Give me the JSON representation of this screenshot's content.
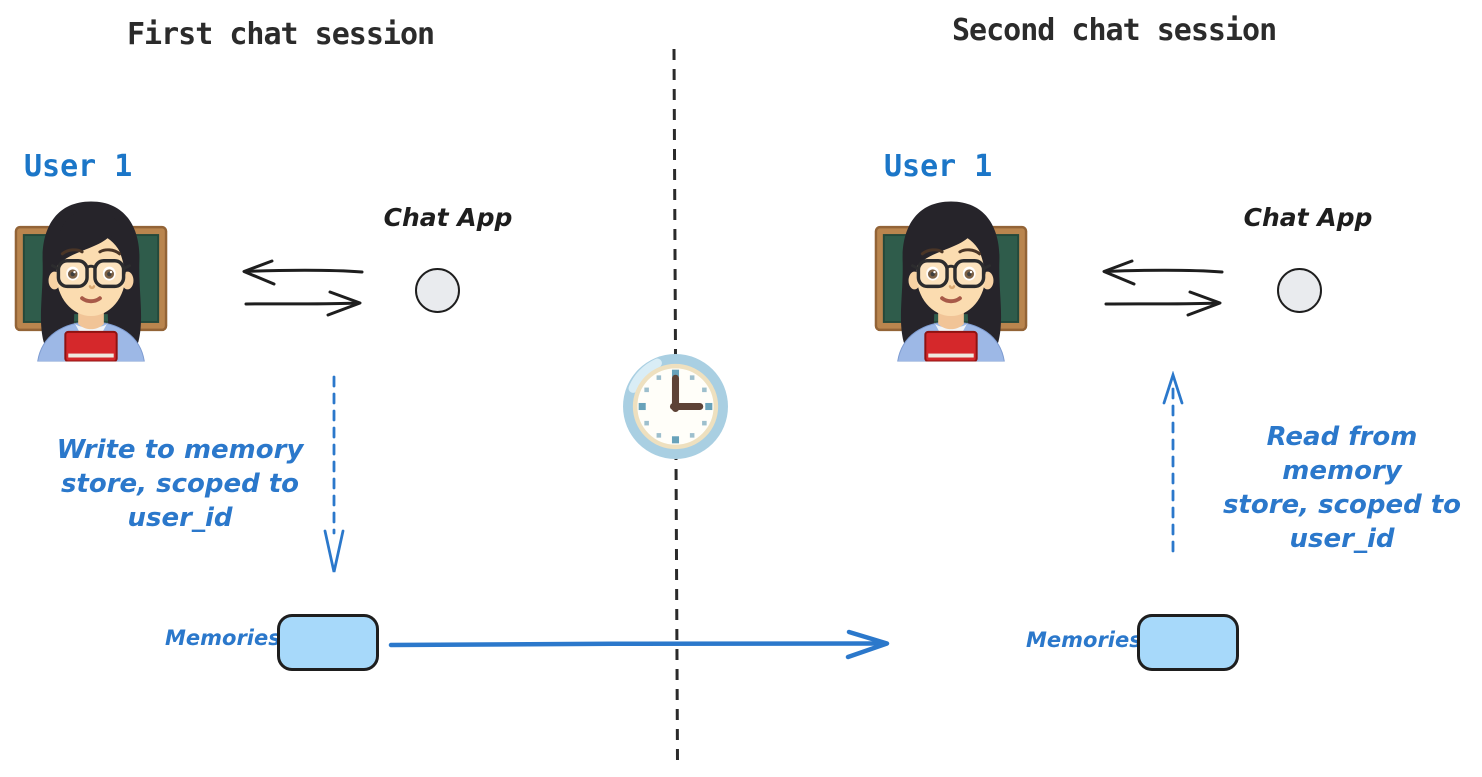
{
  "colors": {
    "ink": "#1e1e1e",
    "title_text": "#2b2b2b",
    "user_label_blue": "#1b76c8",
    "annotation_blue": "#2b78cb",
    "memory_box_fill": "#a7d9fa",
    "node_fill": "#e9ebee"
  },
  "icons": {
    "user_avatar": "woman-teacher-emoji",
    "time_marker": "clock-three-oclock-emoji",
    "chat_app_node": "gray-circle-node",
    "session_divider": "vertical-dashed-line",
    "user_chat_arrows": "bidirectional-hand-drawn-arrows",
    "memory_write": "dashed-blue-down-arrow",
    "memory_read": "dashed-blue-up-arrow",
    "memory_transfer": "solid-blue-right-arrow"
  },
  "first_session": {
    "title": "First chat session",
    "user_label": "User 1",
    "chat_app_label": "Chat App",
    "annotation": "Write to memory store, scoped to user_id",
    "annotation_lines": [
      "Write to memory",
      "store, scoped to",
      "user_id"
    ],
    "memories_label": "Memories"
  },
  "second_session": {
    "title": "Second chat session",
    "user_label": "User 1",
    "chat_app_label": "Chat App",
    "annotation": "Read from memory store, scoped to user_id",
    "annotation_lines": [
      "Read from memory",
      "store, scoped to",
      "user_id"
    ],
    "memories_label": "Memories"
  }
}
